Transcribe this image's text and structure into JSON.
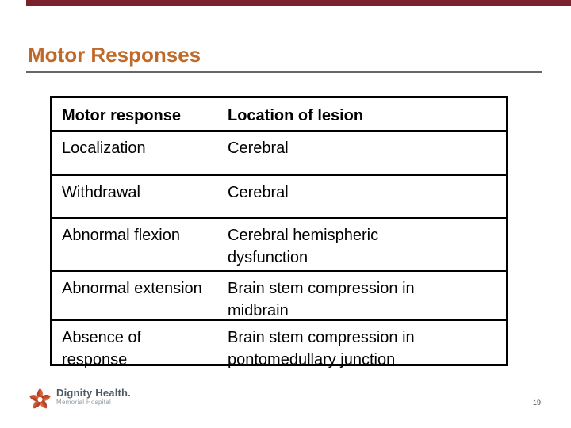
{
  "slide": {
    "title": "Motor Responses",
    "page_number": "19",
    "accent_bar_color": "#7a222c",
    "title_color": "#bf6a29"
  },
  "table": {
    "headers": [
      "Motor response",
      "Location of lesion"
    ],
    "rows": [
      {
        "cells": [
          "Localization",
          "Cerebral"
        ]
      },
      {
        "cells": [
          "Withdrawal",
          "Cerebral"
        ]
      },
      {
        "cells": [
          "Abnormal flexion",
          "Cerebral hemispheric\ndysfunction"
        ]
      },
      {
        "cells": [
          "Abnormal extension",
          "Brain stem compression in\nmidbrain"
        ]
      },
      {
        "cells": [
          "Absence of\nresponse",
          "Brain stem compression in\npontomedullary junction"
        ]
      }
    ]
  },
  "footer": {
    "logo_icon": "dignity-health-flower-icon",
    "logo_text": "Dignity Health.",
    "logo_subtext": "Memorial Hospital",
    "logo_color_red": "#ab3530",
    "logo_color_orange": "#e28339",
    "wordmark_color": "#4d5a64"
  }
}
